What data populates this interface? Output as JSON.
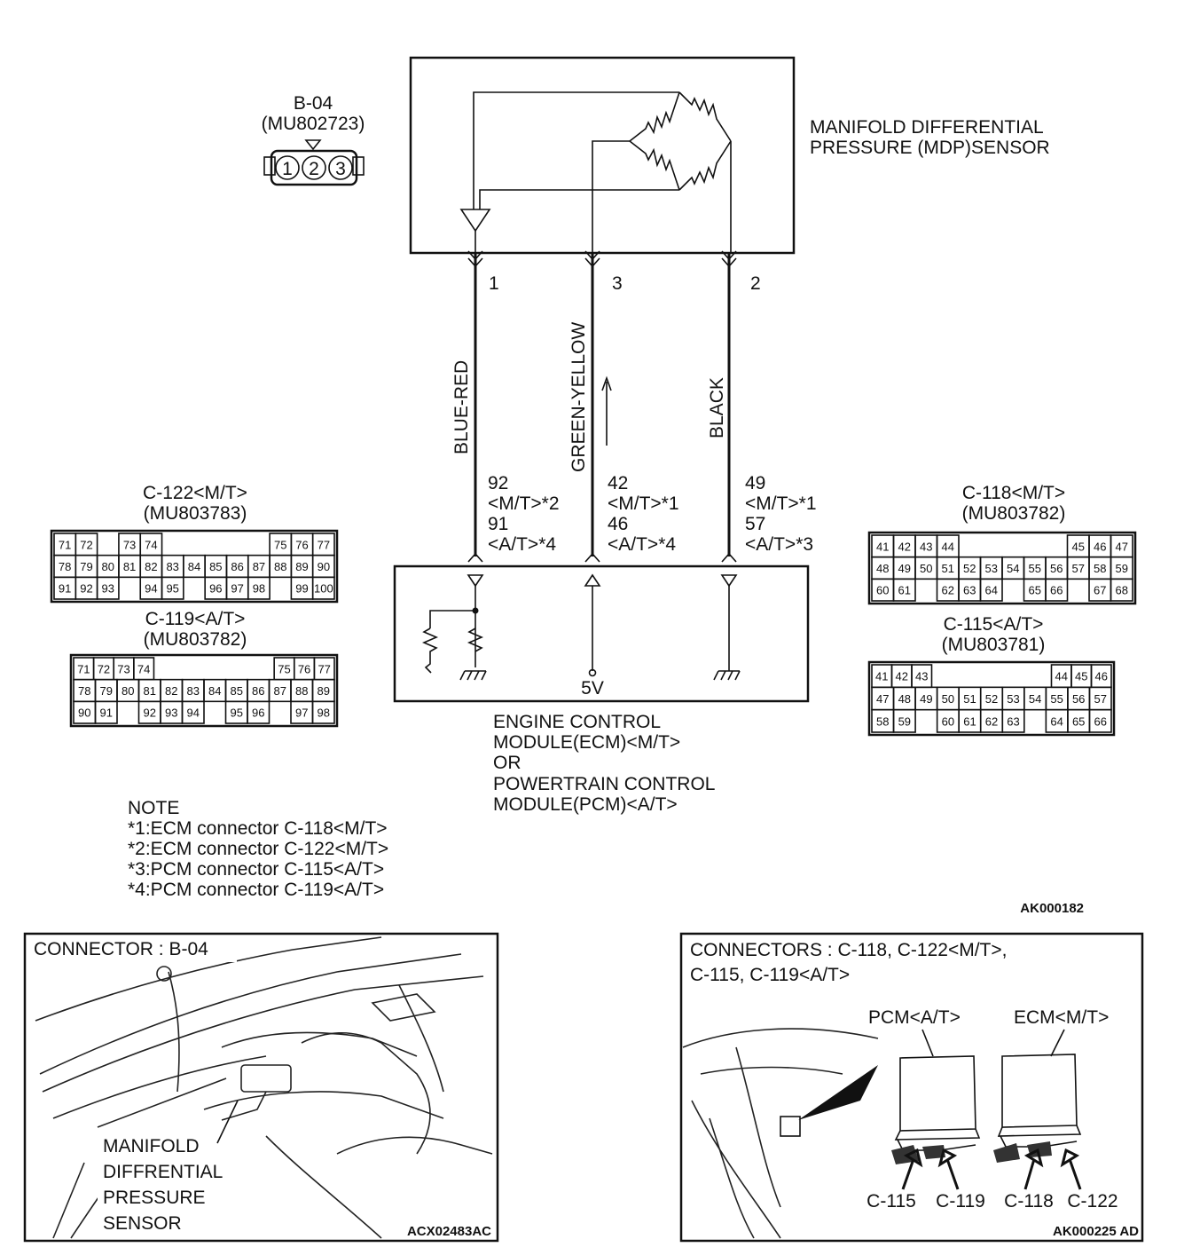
{
  "sensor": {
    "connector_id": "B-04",
    "connector_part": "(MU802723)",
    "connector_pins": [
      "1",
      "2",
      "3"
    ],
    "name_line1": "MANIFOLD DIFFERENTIAL",
    "name_line2": "PRESSURE (MDP)SENSOR"
  },
  "wires": [
    {
      "sensor_pin": "1",
      "color": "BLUE-RED",
      "ecm_lines": [
        "92",
        "<M/T>*2",
        "91",
        "<A/T>*4"
      ]
    },
    {
      "sensor_pin": "3",
      "color": "GREEN-YELLOW",
      "ecm_lines": [
        "42",
        "<M/T>*1",
        "46",
        "<A/T>*4"
      ]
    },
    {
      "sensor_pin": "2",
      "color": "BLACK",
      "ecm_lines": [
        "49",
        "<M/T>*1",
        "57",
        "<A/T>*3"
      ]
    }
  ],
  "ecm": {
    "voltage": "5V",
    "name_lines": [
      "ENGINE CONTROL",
      "MODULE(ECM)<M/T>",
      "OR",
      "POWERTRAIN CONTROL",
      "MODULE(PCM)<A/T>"
    ]
  },
  "connectors": {
    "c122": {
      "title": "C-122<M/T>",
      "part": "(MU803783)",
      "rows": [
        [
          "71",
          "72",
          "",
          "73",
          "74",
          "",
          "",
          "",
          "",
          "",
          "75",
          "76",
          "77"
        ],
        [
          "78",
          "79",
          "80",
          "81",
          "82",
          "83",
          "84",
          "85",
          "86",
          "87",
          "88",
          "89",
          "90"
        ],
        [
          "91",
          "92",
          "93",
          "",
          "94",
          "95",
          "",
          "96",
          "97",
          "98",
          "",
          "99",
          "100"
        ]
      ]
    },
    "c119": {
      "title": "C-119<A/T>",
      "part": "(MU803782)",
      "rows": [
        [
          "71",
          "72",
          "73",
          "74",
          "",
          "",
          "",
          "",
          "",
          "",
          "75",
          "76",
          "77"
        ],
        [
          "78",
          "79",
          "80",
          "81",
          "82",
          "83",
          "84",
          "85",
          "86",
          "87",
          "88",
          "89"
        ],
        [
          "90",
          "91",
          "",
          "92",
          "93",
          "94",
          "",
          "95",
          "96",
          "",
          "97",
          "98"
        ]
      ]
    },
    "c118": {
      "title": "C-118<M/T>",
      "part": "(MU803782)",
      "rows": [
        [
          "41",
          "42",
          "43",
          "44",
          "",
          "",
          "",
          "",
          "",
          "45",
          "46",
          "47"
        ],
        [
          "48",
          "49",
          "50",
          "51",
          "52",
          "53",
          "54",
          "55",
          "56",
          "57",
          "58",
          "59"
        ],
        [
          "60",
          "61",
          "",
          "62",
          "63",
          "64",
          "",
          "65",
          "66",
          "",
          "67",
          "68"
        ]
      ]
    },
    "c115": {
      "title": "C-115<A/T>",
      "part": "(MU803781)",
      "rows": [
        [
          "41",
          "42",
          "43",
          "",
          "",
          "",
          "",
          "",
          "",
          "44",
          "45",
          "46"
        ],
        [
          "47",
          "48",
          "49",
          "50",
          "51",
          "52",
          "53",
          "54",
          "55",
          "56",
          "57"
        ],
        [
          "58",
          "59",
          "",
          "60",
          "61",
          "62",
          "63",
          "",
          "64",
          "65",
          "66"
        ]
      ]
    }
  },
  "notes": {
    "title": "NOTE",
    "items": [
      "*1:ECM connector C-118<M/T>",
      "*2:ECM connector C-122<M/T>",
      "*3:PCM connector C-115<A/T>",
      "*4:PCM connector C-119<A/T>"
    ]
  },
  "schematic_code": "AK000182",
  "photo_left": {
    "title": "CONNECTOR : B-04",
    "label_lines": [
      "MANIFOLD",
      "DIFFRENTIAL",
      "PRESSURE",
      "SENSOR"
    ],
    "code": "ACX02483AC"
  },
  "photo_right": {
    "title_line1": "CONNECTORS : C-118, C-122<M/T>,",
    "title_line2": "C-115, C-119<A/T>",
    "pcm_label": "PCM<A/T>",
    "ecm_label": "ECM<M/T>",
    "arrow_labels": [
      "C-115",
      "C-119",
      "C-118",
      "C-122"
    ],
    "code": "AK000225 AD"
  }
}
